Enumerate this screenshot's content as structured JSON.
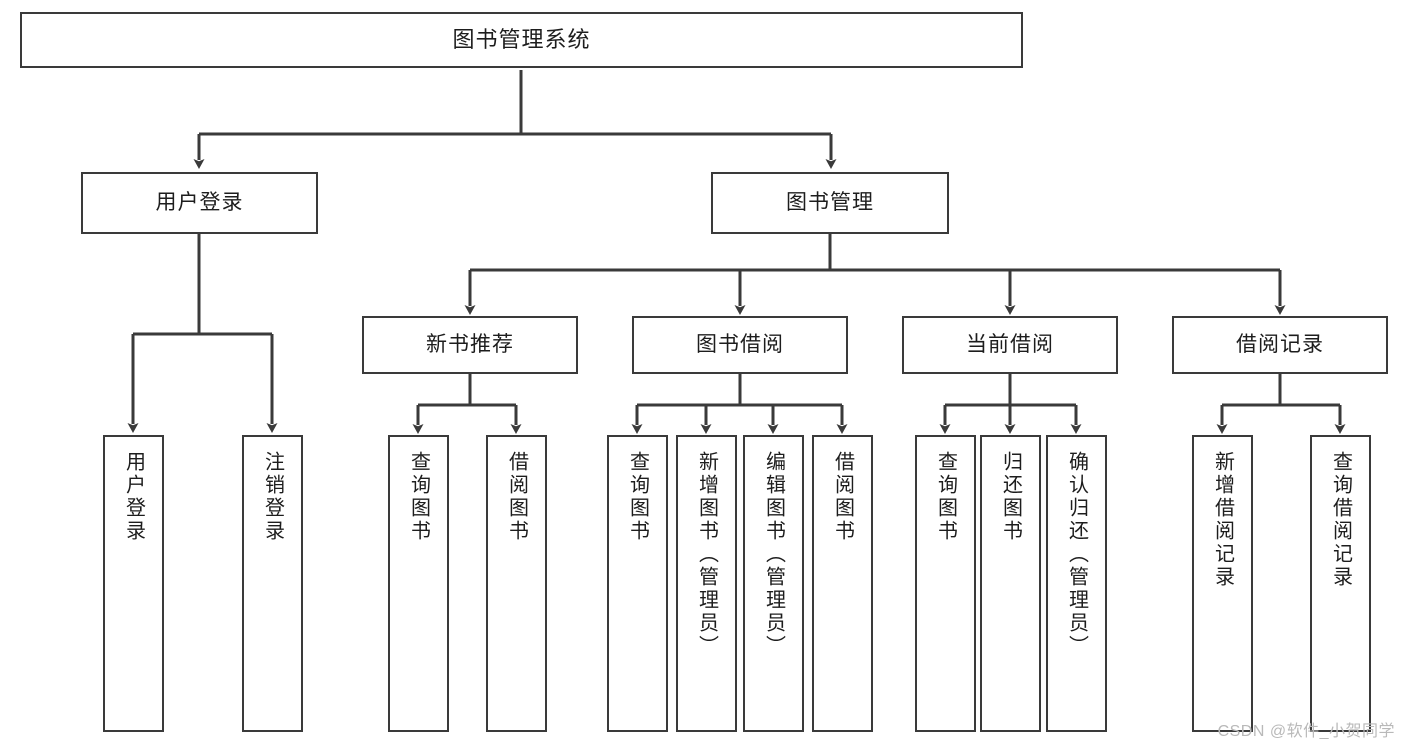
{
  "diagram": {
    "title": "图书管理系统",
    "type": "tree",
    "watermark": "CSDN @软件_小贺同学",
    "colors": {
      "box_border": "#3a3a3a",
      "box_fill": "#ffffff",
      "line": "#3a3a3a",
      "text": "#1d1d1d",
      "watermark": "#b9b9b9",
      "background": "#ffffff"
    },
    "root": {
      "label": "图书管理系统"
    },
    "level2": [
      {
        "label": "用户登录"
      },
      {
        "label": "图书管理"
      }
    ],
    "level3": [
      {
        "label": "新书推荐"
      },
      {
        "label": "图书借阅"
      },
      {
        "label": "当前借阅"
      },
      {
        "label": "借阅记录"
      }
    ],
    "leaves": {
      "user_login": [
        {
          "label": "用户登录"
        },
        {
          "label": "注销登录"
        }
      ],
      "new_book_recommend": [
        {
          "label": "查询图书"
        },
        {
          "label": "借阅图书"
        }
      ],
      "book_borrow": [
        {
          "label": "查询图书"
        },
        {
          "label": "新增图书（管理员）"
        },
        {
          "label": "编辑图书（管理员）"
        },
        {
          "label": "借阅图书"
        }
      ],
      "current_borrow": [
        {
          "label": "查询图书"
        },
        {
          "label": "归还图书"
        },
        {
          "label": "确认归还（管理员）"
        }
      ],
      "borrow_record": [
        {
          "label": "新增借阅记录"
        },
        {
          "label": "查询借阅记录"
        }
      ]
    }
  }
}
